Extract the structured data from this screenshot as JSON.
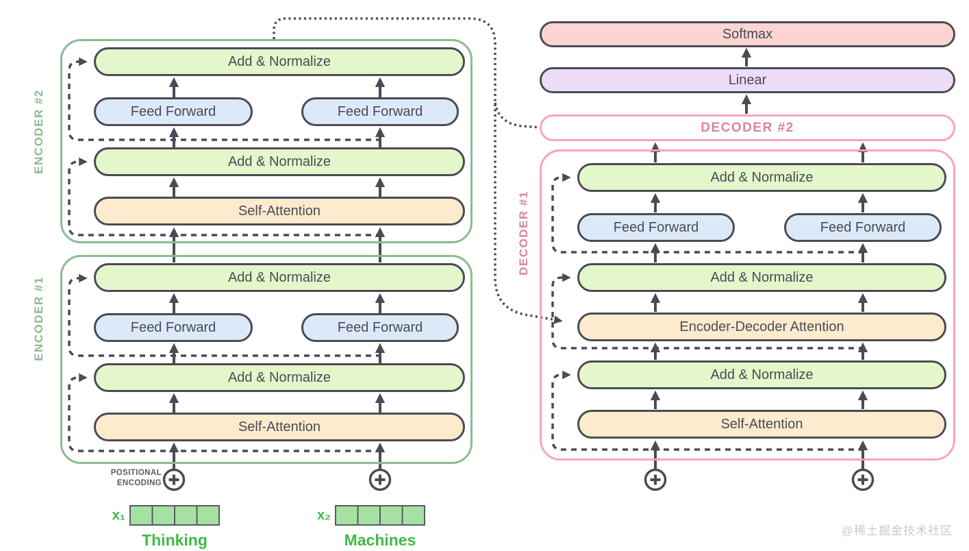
{
  "colors": {
    "stroke_dark": "#4a4b54",
    "pill_green": "#e4f7cb",
    "pill_blue": "#dce9f9",
    "pill_orange": "#fdebce",
    "pill_pink": "#fcd5d2",
    "pill_purple": "#eddcf6",
    "encoder_border": "#8cba92",
    "decoder_border": "#f9a3c0",
    "decoder_label_text": "#d9849f",
    "input_green": "#3fba46",
    "vector_fill": "#a5e2a2",
    "watermark_gray": "#c9c9c9"
  },
  "output_stack": {
    "softmax": "Softmax",
    "linear": "Linear"
  },
  "decoder2": {
    "label": "DECODER #2"
  },
  "decoder1": {
    "label": "DECODER #1",
    "add_norm_top": "Add & Normalize",
    "ff_left": "Feed Forward",
    "ff_right": "Feed Forward",
    "add_norm_mid": "Add & Normalize",
    "enc_dec_attention": "Encoder-Decoder Attention",
    "add_norm_low": "Add & Normalize",
    "self_attention": "Self-Attention"
  },
  "encoder2": {
    "label": "ENCODER #2",
    "add_norm_top": "Add & Normalize",
    "ff_left": "Feed Forward",
    "ff_right": "Feed Forward",
    "add_norm_low": "Add & Normalize",
    "self_attention": "Self-Attention"
  },
  "encoder1": {
    "label": "ENCODER #1",
    "add_norm_top": "Add & Normalize",
    "ff_left": "Feed Forward",
    "ff_right": "Feed Forward",
    "add_norm_low": "Add & Normalize",
    "self_attention": "Self-Attention"
  },
  "inputs": {
    "positional_encoding_line1": "POSITIONAL",
    "positional_encoding_line2": "ENCODING",
    "token1": {
      "var": "x₁",
      "word": "Thinking",
      "cells": 4
    },
    "token2": {
      "var": "x₂",
      "word": "Machines",
      "cells": 4
    }
  },
  "watermark": "@稀土掘金技术社区"
}
